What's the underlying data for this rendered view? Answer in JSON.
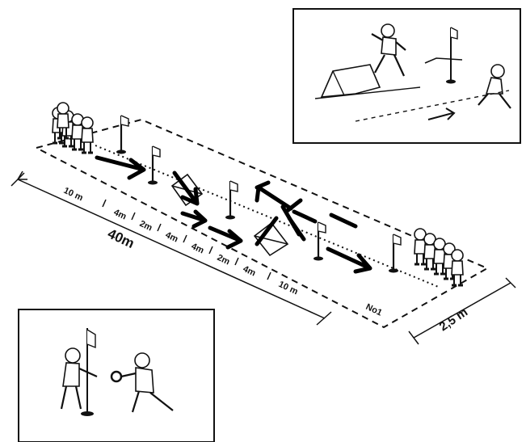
{
  "course": {
    "total_length": "40m",
    "width": "2,5 m",
    "segments": [
      "10 m",
      "4m",
      "2m",
      "4m",
      "4m",
      "2m",
      "4m",
      "10 m"
    ],
    "lane_marker": "No1"
  },
  "colors": {
    "ink": "#111111",
    "paper": "#ffffff",
    "arrow": "#000000"
  },
  "icons": [
    "flag-pole-icon",
    "hurdle-icon",
    "child-figure-icon",
    "run-arrow-icon",
    "pass-arrow-icon"
  ]
}
